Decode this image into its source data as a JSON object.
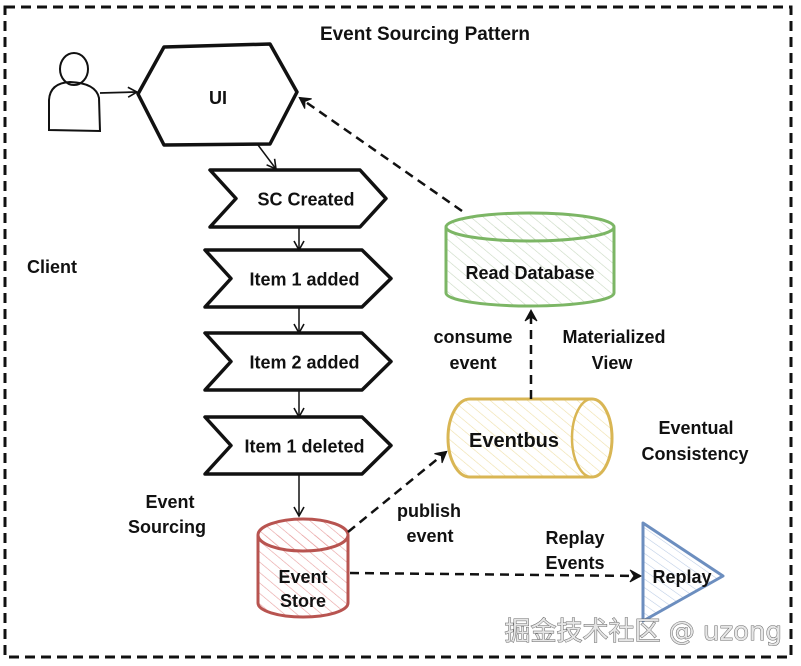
{
  "title": "Event Sourcing Pattern",
  "colors": {
    "ink": "#111111",
    "read_db": "#7cb665",
    "eventbus": "#d9b654",
    "event_store": "#b85450",
    "replay": "#6c8ebf"
  },
  "nodes": {
    "user": {
      "icon": "user-icon"
    },
    "ui": {
      "label": "UI"
    },
    "events": [
      {
        "label": "SC Created"
      },
      {
        "label": "Item 1 added"
      },
      {
        "label": "Item 2 added"
      },
      {
        "label": "Item 1 deleted"
      }
    ],
    "event_store": {
      "line1": "Event",
      "line2": "Store"
    },
    "eventbus": {
      "label": "Eventbus"
    },
    "read_db": {
      "label": "Read Database"
    },
    "replay": {
      "label": "Replay"
    }
  },
  "annotations": {
    "client": "Client",
    "event_sourcing": {
      "line1": "Event",
      "line2": "Sourcing"
    },
    "consume_event": {
      "line1": "consume",
      "line2": "event"
    },
    "materialized_view": {
      "line1": "Materialized",
      "line2": "View"
    },
    "eventual_consistency": {
      "line1": "Eventual",
      "line2": "Consistency"
    },
    "publish_event": {
      "line1": "publish",
      "line2": "event"
    },
    "replay_events": {
      "line1": "Replay",
      "line2": "Events"
    }
  },
  "watermark": "掘金技术社区 @ uzong"
}
